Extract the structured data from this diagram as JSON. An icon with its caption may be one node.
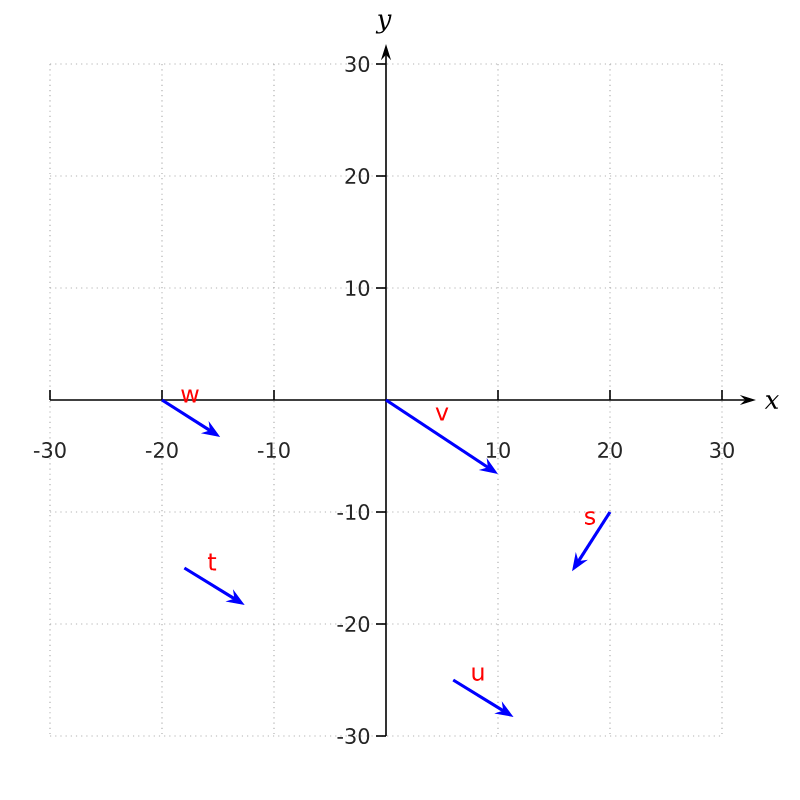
{
  "diagram": {
    "labels": [
      "y",
      "30",
      "20",
      "10",
      "w",
      "v",
      "x",
      "-30",
      "-20",
      "-10",
      "10",
      "20",
      "30",
      "-10",
      "s",
      "t",
      "-20",
      "u",
      "-30"
    ]
  }
}
